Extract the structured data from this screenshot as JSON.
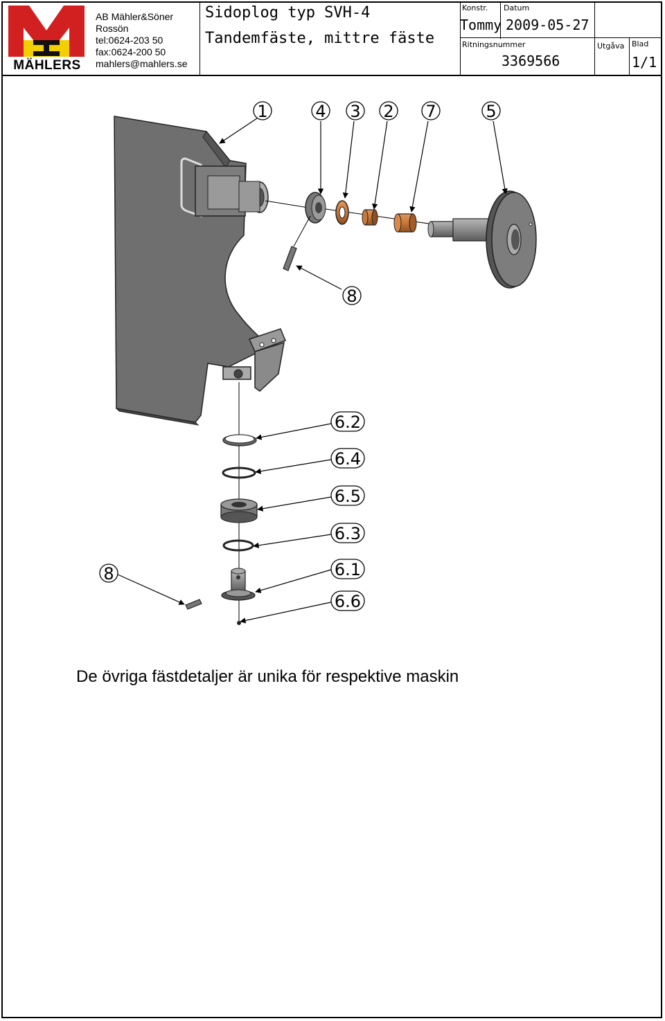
{
  "company": {
    "logo_text": "MÄHLERS",
    "lines": [
      "AB Mähler&Söner",
      "Rossön",
      "tel:0624-203 50",
      "fax:0624-200 50",
      "mahlers@mahlers.se"
    ]
  },
  "title": {
    "line1": "Sidoplog typ SVH-4",
    "line2": "Tandemfäste, mittre fäste"
  },
  "fields": {
    "konstr_label": "Konstr.",
    "konstr_value": "Tommy",
    "datum_label": "Datum",
    "datum_value": "2009-05-27",
    "ritningsnummer_label": "Ritningsnummer",
    "ritningsnummer_value": "3369566",
    "utgava_label": "Utgåva",
    "blad_label": "Blad",
    "blad_value": "1/1"
  },
  "balloons_top": [
    "1",
    "4",
    "3",
    "2",
    "7",
    "5"
  ],
  "balloon_8_upper": "8",
  "balloon_8_lower": "8",
  "labels_right": [
    "6.2",
    "6.4",
    "6.5",
    "6.3",
    "6.1",
    "6.6"
  ],
  "colors": {
    "plate": "#6f6f6f",
    "bronze": "#c8783a",
    "steel": "#8a8a8a"
  },
  "note": "De övriga fästdetaljer är unika för respektive maskin"
}
